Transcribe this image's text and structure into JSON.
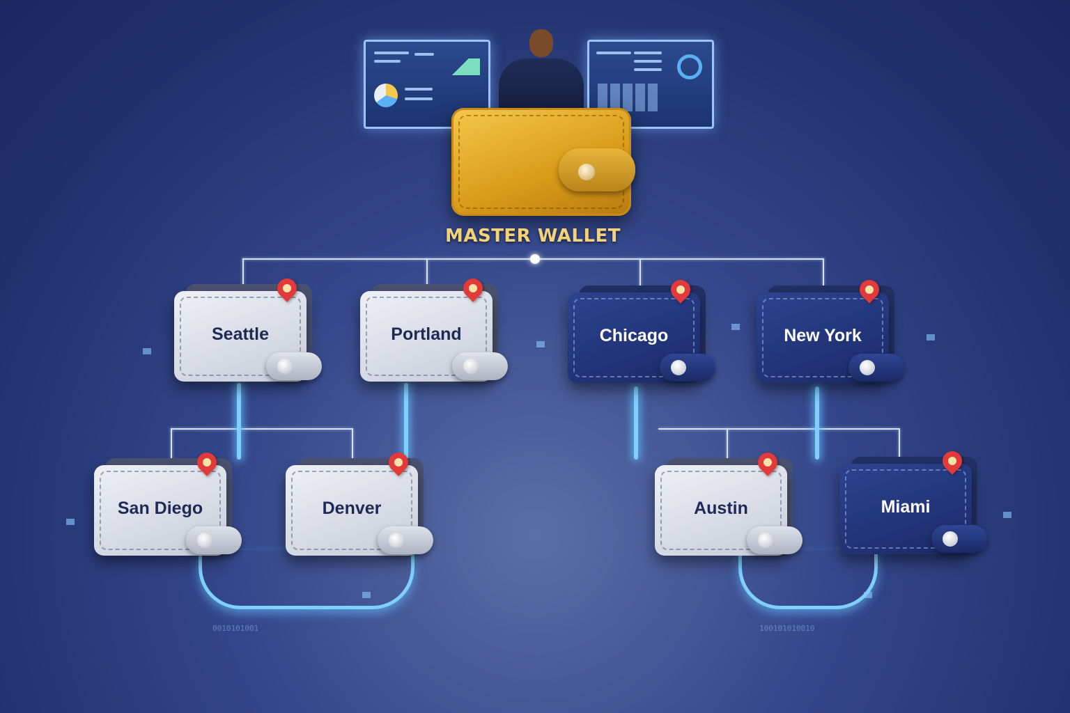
{
  "master": {
    "label": "MASTER WALLET",
    "color": "#e0a82a"
  },
  "branches": [
    {
      "label": "Seattle",
      "style": "silver",
      "icon": "location-pin-icon"
    },
    {
      "label": "Portland",
      "style": "silver",
      "icon": "location-pin-icon"
    },
    {
      "label": "Chicago",
      "style": "navy",
      "icon": "location-pin-icon"
    },
    {
      "label": "New York",
      "style": "navy",
      "icon": "location-pin-icon"
    }
  ],
  "sub_branches": [
    {
      "label": "San Diego",
      "style": "silver",
      "parent": "Seattle / Portland",
      "icon": "location-pin-icon"
    },
    {
      "label": "Denver",
      "style": "silver",
      "parent": "Seattle / Portland",
      "icon": "location-pin-icon"
    },
    {
      "label": "Austin",
      "style": "silver",
      "parent": "Chicago / New York",
      "icon": "location-pin-icon"
    },
    {
      "label": "Miami",
      "style": "navy",
      "parent": "Chicago / New York",
      "icon": "location-pin-icon"
    }
  ],
  "decor": {
    "binary_left": "0010101001",
    "binary_right": "100101010010"
  }
}
